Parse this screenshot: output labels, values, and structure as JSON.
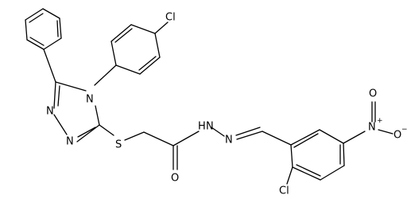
{
  "molecule": {
    "atoms": {
      "cl_top": "Cl",
      "n_triazole": "N",
      "n_ring_a": "N",
      "n_ring_b": "N",
      "s_thioether": "S",
      "o_carbonyl": "O",
      "nh": "N",
      "h_nh": "H",
      "n_imine": "N",
      "cl_bottom": "Cl",
      "n_nitro": "N",
      "n_nitro_charge": "+",
      "o_nitro_top": "O",
      "o_nitro_right": "O",
      "o_nitro_charge": "−"
    }
  }
}
